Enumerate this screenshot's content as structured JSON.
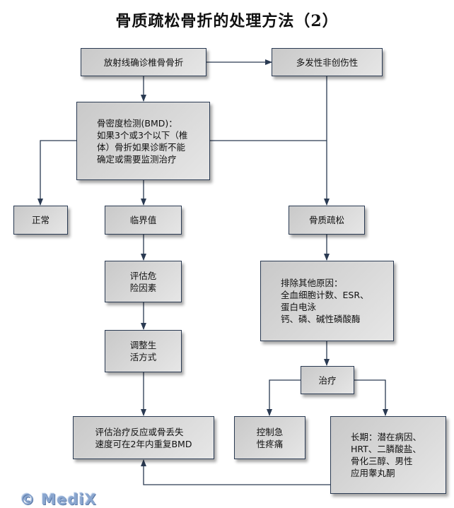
{
  "title": "骨质疏松骨折的处理方法（2）",
  "colors": {
    "line": "#2a3a52",
    "box_border": "#2a3a52",
    "logo": "#8aa6cf"
  },
  "nodes": {
    "xray": "放射线确诊椎骨骨折",
    "multiple": "多发性非创伤性",
    "bmd": "骨密度检测(BMD)：\n如果3个或3个以下（椎\n体）骨折如果诊断不能\n确定或需要监测治疗",
    "normal": "正常",
    "borderline": "临界值",
    "osteoporosis": "骨质疏松",
    "assess_risk": "评估危\n险因素",
    "exclude": "排除其他原因：\n全血细胞计数、ESR、\n蛋白电泳\n钙、磷、碱性磷酸酶",
    "lifestyle": "调整生\n活方式",
    "treatment": "治疗",
    "evaluate": "评估治疗反应或骨丢失\n速度可在2年内重复BMD",
    "pain": "控制急\n性疼痛",
    "longterm": "长期：潜在病因、\nHRT、二膦酸盐、\n骨化三醇、男性\n应用睾丸酮"
  },
  "watermark": "© MediX"
}
